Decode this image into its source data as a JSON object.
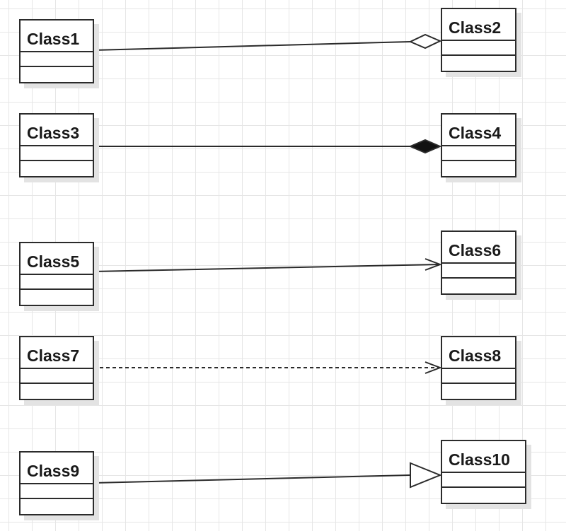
{
  "classes": {
    "c1": "Class1",
    "c2": "Class2",
    "c3": "Class3",
    "c4": "Class4",
    "c5": "Class5",
    "c6": "Class6",
    "c7": "Class7",
    "c8": "Class8",
    "c9": "Class9",
    "c10": "Class10"
  },
  "relationships": [
    {
      "from": "Class1",
      "to": "Class2",
      "kind": "aggregation",
      "end": "hollow-diamond"
    },
    {
      "from": "Class3",
      "to": "Class4",
      "kind": "composition",
      "end": "filled-diamond"
    },
    {
      "from": "Class5",
      "to": "Class6",
      "kind": "association",
      "end": "open-arrow"
    },
    {
      "from": "Class7",
      "to": "Class8",
      "kind": "dependency",
      "end": "open-arrow-dashed"
    },
    {
      "from": "Class9",
      "to": "Class10",
      "kind": "generalization",
      "end": "hollow-triangle"
    }
  ],
  "colors": {
    "line": "#2b2b2b",
    "grid": "#e6e6e6",
    "shadow": "#e3e3e3",
    "box": "#ffffff"
  }
}
